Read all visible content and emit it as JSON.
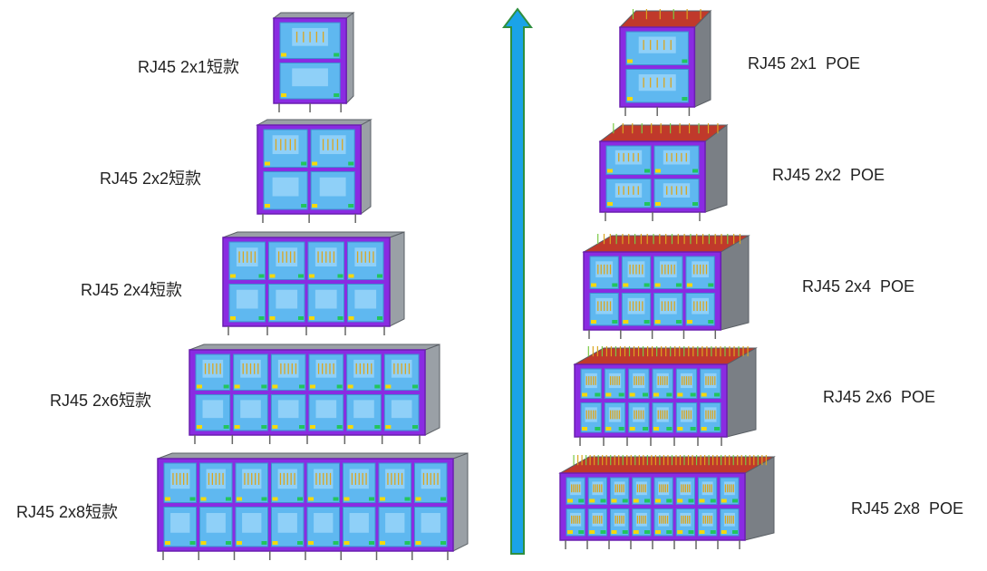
{
  "left_column": [
    {
      "label": "RJ45 2x1短款",
      "ports": 1
    },
    {
      "label": "RJ45 2x2短款",
      "ports": 2
    },
    {
      "label": "RJ45 2x4短款",
      "ports": 4
    },
    {
      "label": "RJ45 2x6短款",
      "ports": 6
    },
    {
      "label": "RJ45 2x8短款",
      "ports": 8
    }
  ],
  "right_column": [
    {
      "label": "RJ45 2x1  POE",
      "ports": 1
    },
    {
      "label": "RJ45 2x2  POE",
      "ports": 2
    },
    {
      "label": "RJ45 2x4  POE",
      "ports": 4
    },
    {
      "label": "RJ45 2x6  POE",
      "ports": 6
    },
    {
      "label": "RJ45 2x8  POE",
      "ports": 8
    }
  ],
  "colors": {
    "housing": "#8a2be2",
    "housing_dark": "#6a1fb0",
    "port": "#5fb8f0",
    "port_dark": "#3e8fd0",
    "shield": "#9aa0a6",
    "pins": "#d9a520",
    "led_green": "#22c55e",
    "led_yellow": "#f5d90a",
    "poe_top": "#c0392b",
    "arrow_fill": "#1aa3e8",
    "arrow_edge": "#2f8f3f"
  }
}
